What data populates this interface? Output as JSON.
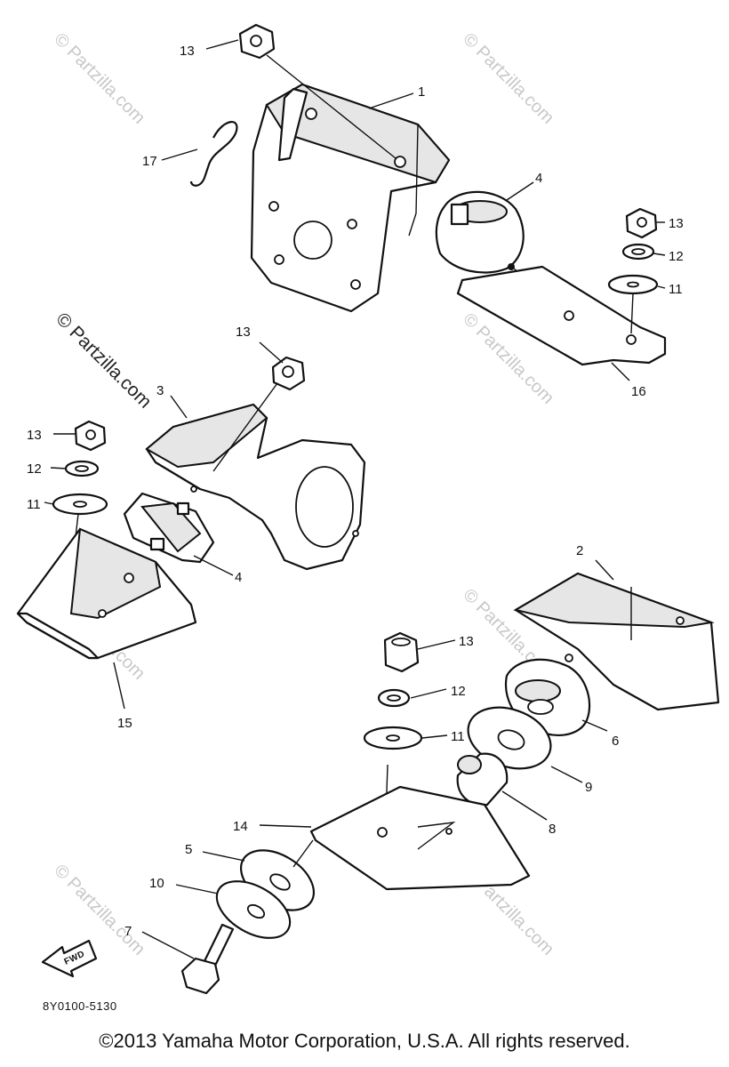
{
  "diagram": {
    "part_code": "8Y0100-5130",
    "fwd_label": "FWD",
    "watermark": "© Partzilla.com",
    "callouts": [
      "13",
      "1",
      "17",
      "4",
      "13",
      "12",
      "11",
      "16",
      "13",
      "3",
      "13",
      "12",
      "11",
      "4",
      "15",
      "2",
      "13",
      "12",
      "11",
      "6",
      "9",
      "8",
      "14",
      "5",
      "10",
      "7"
    ]
  },
  "footer": {
    "copyright": "©2013 Yamaha Motor Corporation, U.S.A. All rights reserved."
  }
}
